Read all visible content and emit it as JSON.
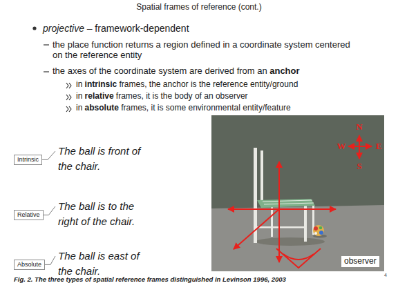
{
  "diagram": {
    "title": "Spatial frames of reference (cont.)",
    "caption": "Fig. 2. The three types of spatial reference frames distinguished in Levinson 1996, 2003",
    "nodes": [
      {
        "text": [
          "Intrinsic"
        ]
      },
      {
        "text": [
          "Relative"
        ]
      },
      {
        "text": [
          "Absolute"
        ]
      }
    ],
    "labels": [
      "projective",
      "– framework-dependent",
      "the place function returns a region defined in a coordinate system centered on the reference entity",
      "the axes of the coordinate system are derived from an",
      "anchor",
      "in",
      "intrinsic",
      "frames, the anchor is the reference entity/ground",
      "in",
      "relative",
      "frames, it is the body of an observer",
      "in",
      "absolute",
      "frames, it is some environmental entity/feature",
      "The ball is front of the chair.",
      "The ball is to the right of the chair.",
      "The ball is east of the chair.",
      "N",
      "W",
      "E",
      "S",
      "observer",
      "4"
    ]
  }
}
